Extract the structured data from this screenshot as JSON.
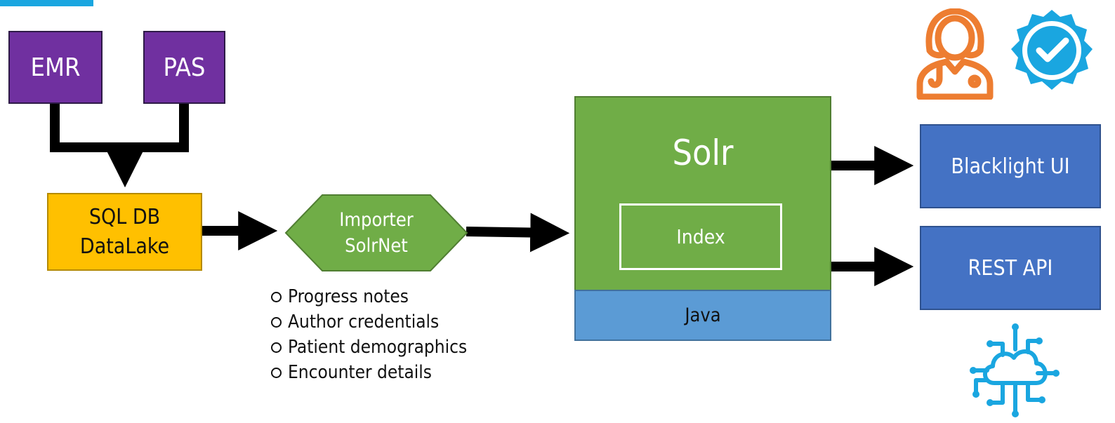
{
  "diagram": {
    "sources": {
      "emr": "EMR",
      "pas": "PAS"
    },
    "datalake": {
      "line1": "SQL DB",
      "line2": "DataLake"
    },
    "importer": {
      "line1": "Importer",
      "line2": "SolrNet"
    },
    "data_types": [
      "Progress notes",
      "Author credentials",
      "Patient demographics",
      "Encounter details"
    ],
    "solr": {
      "title": "Solr",
      "index": "Index",
      "runtime": "Java"
    },
    "outputs": {
      "ui": "Blacklight UI",
      "api": "REST API"
    },
    "icons": [
      "clinician-icon",
      "verified-badge-icon",
      "cloud-network-icon"
    ],
    "colors": {
      "purple": "#7030a0",
      "sql": "#ffc000",
      "importer": "#70ad47",
      "solr": "#70ad47",
      "java": "#5b9bd5",
      "output": "#4472c4",
      "clinician": "#ed7d31",
      "badge": "#1aa6e0"
    }
  }
}
